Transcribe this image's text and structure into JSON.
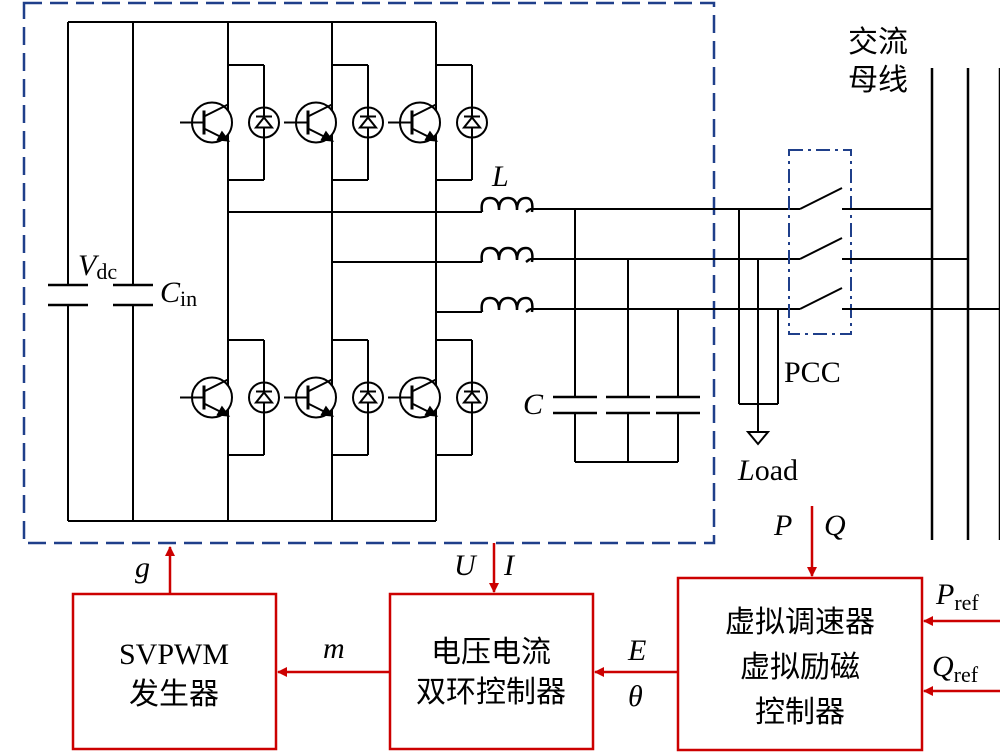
{
  "colors": {
    "wire": "#000000",
    "signal": "#cc0000",
    "dashed_box": "#1f3f8a",
    "block_border": "#cc0000"
  },
  "labels": {
    "bus": [
      "交流",
      "母线"
    ],
    "L": "L",
    "C": "C",
    "Vdc_main": "V",
    "Vdc_sub": "dc",
    "Cin_main": "C",
    "Cin_sub": "in",
    "PCC": "PCC",
    "Load_first": "L",
    "Load_rest": "oad",
    "P": "P",
    "Q": "Q",
    "U": "U",
    "I": "I",
    "g": "g",
    "m": "m",
    "E": "E",
    "theta": "θ",
    "Pref_main": "P",
    "Pref_sub": "ref",
    "Qref_main": "Q",
    "Qref_sub": "ref"
  },
  "blocks": {
    "svpwm": [
      "SVPWM",
      "发生器"
    ],
    "dual_loop": [
      "电压电流",
      "双环控制器"
    ],
    "vsg": [
      "虚拟调速器",
      "虚拟励磁",
      "控制器"
    ]
  }
}
